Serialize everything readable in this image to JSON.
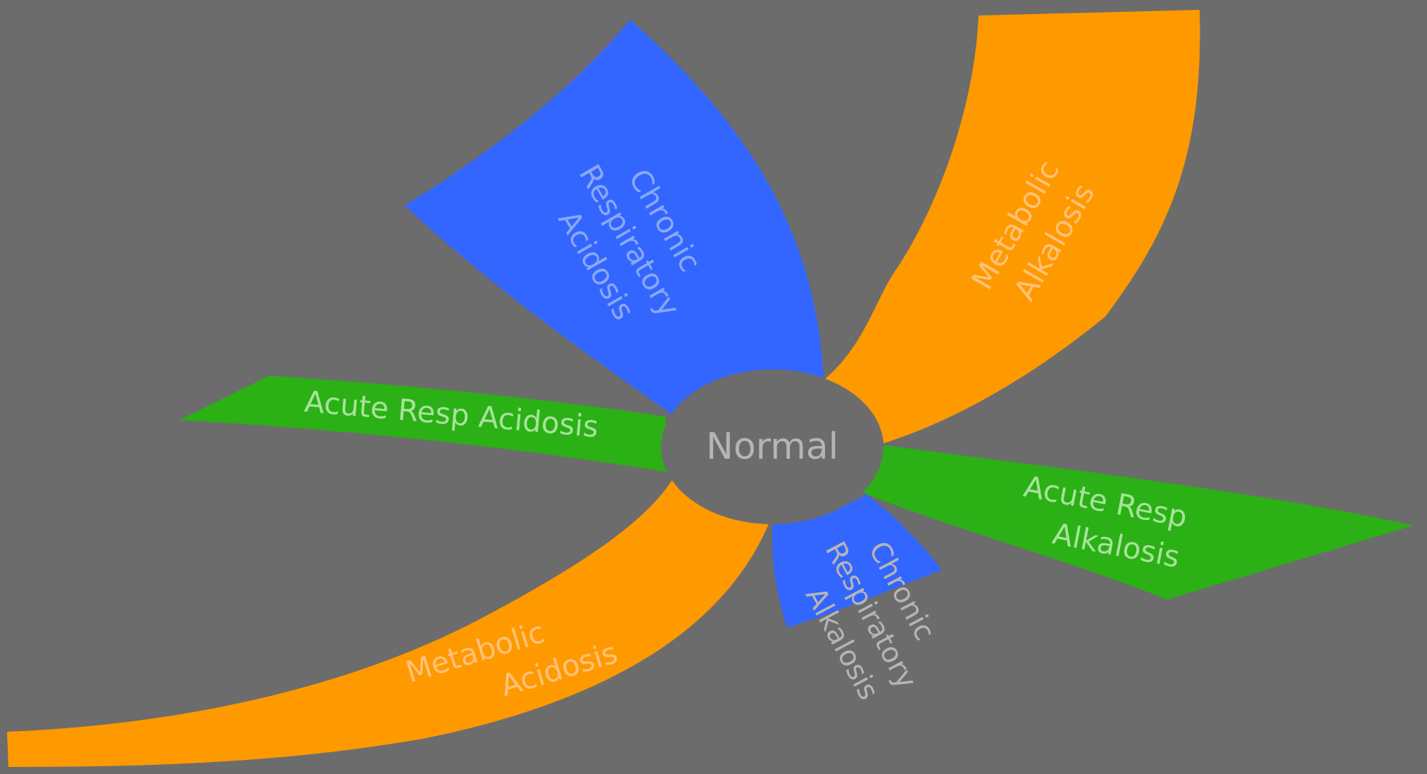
{
  "colors": {
    "background": "#6c6c6c",
    "respiratory_acidosis_chronic": "#3366ff",
    "metabolic": "#ff9900",
    "acute": "#2bb015",
    "normal": "#6c6c6c",
    "label_blue_on_blue": "#8aa8f5",
    "label_orange": "#ffc27a",
    "label_green": "#a6e39a",
    "label_gray": "#b5b5b5"
  },
  "center": {
    "label": "Normal"
  },
  "regions": {
    "chronic_resp_acidosis": {
      "lines": [
        "Chronic",
        "Respiratory",
        "Acidosis"
      ]
    },
    "metabolic_alkalosis": {
      "lines": [
        "Metabolic",
        "Alkalosis"
      ]
    },
    "acute_resp_acidosis": {
      "lines": [
        "Acute Resp Acidosis"
      ]
    },
    "acute_resp_alkalosis": {
      "lines": [
        "Acute Resp",
        "Alkalosis"
      ]
    },
    "metabolic_acidosis": {
      "lines": [
        "Metabolic",
        "Acidosis"
      ]
    },
    "chronic_resp_alkalosis": {
      "lines": [
        "Chronic",
        "Respiratory",
        "Alkalosis"
      ]
    }
  }
}
